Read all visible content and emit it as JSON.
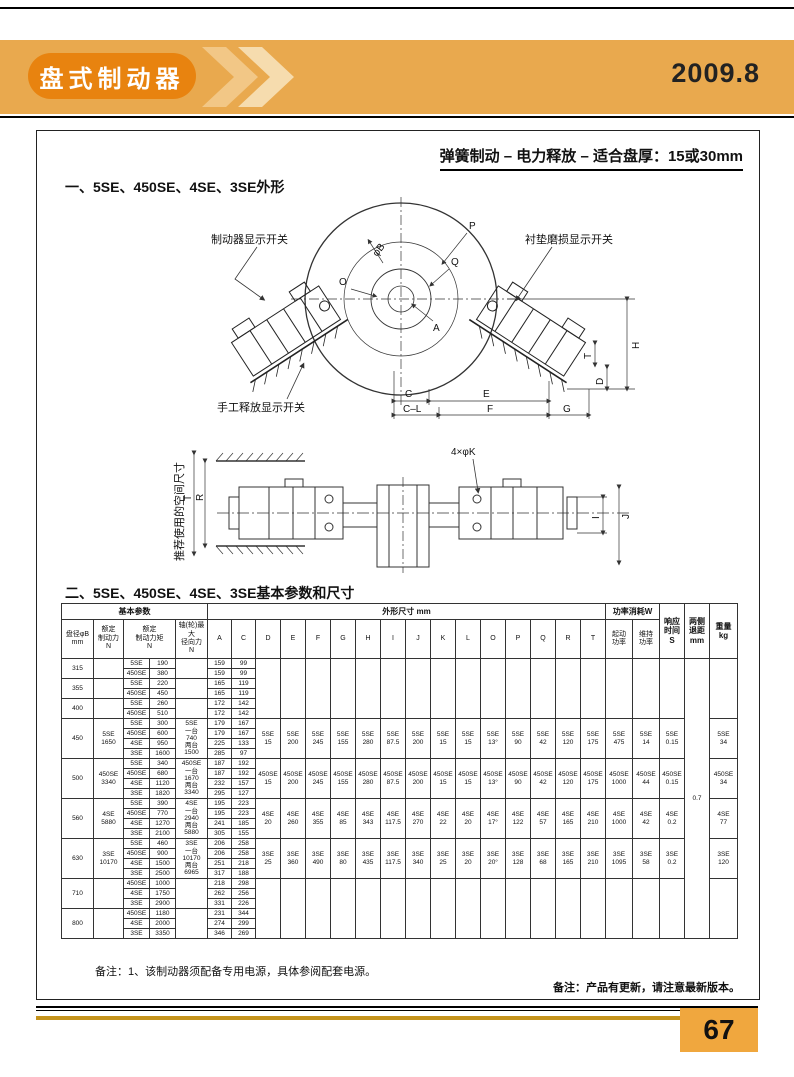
{
  "header": {
    "badge": "盘式制动器",
    "issue": "2009.8"
  },
  "page": {
    "title": "弹簧制动 – 电力释放 – 适合盘厚：15或30mm",
    "section1": "一、5SE、450SE、4SE、3SE外形",
    "section2": "二、5SE、450SE、4SE、3SE基本参数和尺寸",
    "note1": "备注：1、该制动器须配备专用电源，具体参阅配套电源。",
    "note2": "备注：产品有更新，请注意最新版本。",
    "page_number": "67"
  },
  "drawing1": {
    "label_brake_switch": "制动器显示开关",
    "label_pad_wear_switch": "衬垫磨损显示开关",
    "label_manual_release_switch": "手工释放显示开关",
    "dims": {
      "phiB": "φB",
      "P": "P",
      "Q": "Q",
      "O": "O",
      "A": "A",
      "H": "H",
      "T": "T",
      "D": "D",
      "C": "C",
      "E": "E",
      "CL": "C–L",
      "F": "F",
      "G": "G"
    }
  },
  "drawing2": {
    "label_space": "推荐使用的空间尺寸",
    "label_bolt": "4×φK",
    "dims": {
      "R": "R",
      "T": "T",
      "I": "I",
      "J": "J"
    }
  },
  "table": {
    "groups": {
      "basic": "基本参数",
      "dims": "外形尺寸 mm",
      "power": "功率消耗W",
      "response": "响应\n时间\nS",
      "gap": "两侧\n退距\nmm",
      "weight": "重量\nkg"
    },
    "headers": {
      "diameter": "盘径φB\nmm",
      "force": "额定\n制动力\nN",
      "torque": "额定\n制动力矩\nN",
      "radial": "轴(轮)最大\n径向力\nN",
      "dim_cols": [
        "A",
        "C",
        "D",
        "E",
        "F",
        "G",
        "H",
        "I",
        "J",
        "K",
        "L",
        "O",
        "P",
        "Q",
        "R",
        "T"
      ],
      "start_power": "起动\n功率",
      "hold_power": "维持\n功率"
    },
    "blocks": [
      {
        "d": "315",
        "force": "",
        "radial": "",
        "rows": [
          {
            "m": "5SE",
            "t": "190",
            "A": "159",
            "C": "99"
          },
          {
            "m": "450SE",
            "t": "380",
            "A": "159",
            "C": "99"
          }
        ]
      },
      {
        "d": "355",
        "force": "",
        "radial": "",
        "rows": [
          {
            "m": "5SE",
            "t": "220",
            "A": "165",
            "C": "119"
          },
          {
            "m": "450SE",
            "t": "450",
            "A": "165",
            "C": "119"
          }
        ]
      },
      {
        "d": "400",
        "force": "",
        "radial": "",
        "rows": [
          {
            "m": "5SE",
            "t": "260",
            "A": "172",
            "C": "142"
          },
          {
            "m": "450SE",
            "t": "510",
            "A": "172",
            "C": "142"
          }
        ]
      },
      {
        "d": "450",
        "force": "5SE\n1650",
        "radial": "5SE\n一台\n740\n两台\n1500",
        "rows": [
          {
            "m": "5SE",
            "t": "300",
            "A": "179",
            "C": "167"
          },
          {
            "m": "450SE",
            "t": "600",
            "A": "179",
            "C": "167"
          },
          {
            "m": "4SE",
            "t": "950",
            "A": "225",
            "C": "133"
          },
          {
            "m": "3SE",
            "t": "1600",
            "A": "285",
            "C": "97"
          }
        ]
      },
      {
        "d": "500",
        "force": "450SE\n3340",
        "radial": "450SE\n一台\n1670\n两台\n3340",
        "rows": [
          {
            "m": "5SE",
            "t": "340",
            "A": "187",
            "C": "192"
          },
          {
            "m": "450SE",
            "t": "680",
            "A": "187",
            "C": "192"
          },
          {
            "m": "4SE",
            "t": "1120",
            "A": "232",
            "C": "157"
          },
          {
            "m": "3SE",
            "t": "1820",
            "A": "295",
            "C": "127"
          }
        ]
      },
      {
        "d": "560",
        "force": "4SE\n5880",
        "radial": "4SE\n一台\n2940\n两台\n5880",
        "rows": [
          {
            "m": "5SE",
            "t": "390",
            "A": "195",
            "C": "223"
          },
          {
            "m": "450SE",
            "t": "770",
            "A": "195",
            "C": "223"
          },
          {
            "m": "4SE",
            "t": "1270",
            "A": "241",
            "C": "185"
          },
          {
            "m": "3SE",
            "t": "2100",
            "A": "305",
            "C": "155"
          }
        ]
      },
      {
        "d": "630",
        "force": "3SE\n10170",
        "radial": "3SE\n一台\n10170\n两台\n6965",
        "rows": [
          {
            "m": "5SE",
            "t": "460",
            "A": "206",
            "C": "258"
          },
          {
            "m": "450SE",
            "t": "900",
            "A": "206",
            "C": "258"
          },
          {
            "m": "4SE",
            "t": "1500",
            "A": "251",
            "C": "218"
          },
          {
            "m": "3SE",
            "t": "2500",
            "A": "317",
            "C": "188"
          }
        ]
      },
      {
        "d": "710",
        "force": "",
        "radial": "",
        "rows": [
          {
            "m": "450SE",
            "t": "1000",
            "A": "218",
            "C": "298"
          },
          {
            "m": "4SE",
            "t": "1750",
            "A": "262",
            "C": "256"
          },
          {
            "m": "3SE",
            "t": "2900",
            "A": "331",
            "C": "226"
          }
        ]
      },
      {
        "d": "800",
        "force": "",
        "radial": "",
        "rows": [
          {
            "m": "450SE",
            "t": "1180",
            "A": "231",
            "C": "344"
          },
          {
            "m": "4SE",
            "t": "2000",
            "A": "274",
            "C": "299"
          },
          {
            "m": "3SE",
            "t": "3350",
            "A": "346",
            "C": "269"
          }
        ]
      }
    ],
    "model_specs": [
      {
        "model": "5SE",
        "dims": [
          "15",
          "200",
          "245",
          "155",
          "280",
          "87.5",
          "200",
          "15",
          "15",
          "13°",
          "90",
          "42",
          "120",
          "175"
        ],
        "start": "475",
        "hold": "14",
        "resp": "0.15",
        "weight": "34"
      },
      {
        "model": "450SE",
        "dims": [
          "15",
          "200",
          "245",
          "155",
          "280",
          "87.5",
          "200",
          "15",
          "15",
          "13°",
          "90",
          "42",
          "120",
          "175"
        ],
        "start": "1000",
        "hold": "44",
        "resp": "0.15",
        "weight": "34"
      },
      {
        "model": "4SE",
        "dims": [
          "20",
          "260",
          "355",
          "85",
          "343",
          "117.5",
          "270",
          "22",
          "20",
          "17°",
          "122",
          "57",
          "165",
          "210"
        ],
        "start": "1000",
        "hold": "42",
        "resp": "0.2",
        "weight": "77"
      },
      {
        "model": "3SE",
        "dims": [
          "25",
          "360",
          "490",
          "80",
          "435",
          "117.5",
          "340",
          "25",
          "20",
          "20°",
          "128",
          "68",
          "165",
          "210"
        ],
        "start": "1095",
        "hold": "58",
        "resp": "0.2",
        "weight": "120"
      }
    ],
    "gap_value": "0.7"
  }
}
